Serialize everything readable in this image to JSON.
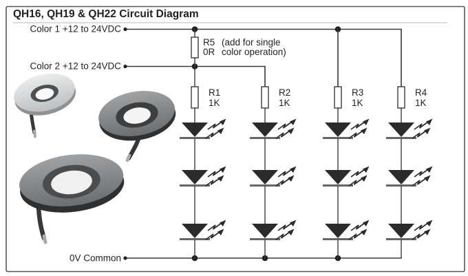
{
  "title": "QH16, QH19 & QH22 Circuit Diagram",
  "rails": {
    "color1_label": "Color 1 +12 to 24VDC",
    "color2_label": "Color 2 +12 to 24VDC",
    "common_label": "0V Common"
  },
  "bypass_resistor": {
    "name": "R5",
    "value": "0R",
    "note_line1": "(add for single",
    "note_line2": "color operation)"
  },
  "resistors": [
    {
      "name": "R1",
      "value": "1K"
    },
    {
      "name": "R2",
      "value": "1K"
    },
    {
      "name": "R3",
      "value": "1K"
    },
    {
      "name": "R4",
      "value": "1K"
    }
  ],
  "led_strings": 4,
  "leds_per_string": 3,
  "photos": [
    "small-silver-ring-light",
    "medium-dark-ring-light",
    "large-dark-ring-light"
  ],
  "colors": {
    "line": "#3a3a3c",
    "text": "#231f20",
    "triangle": "#2b2b2d",
    "cathode_bar": "#636567",
    "border": "#55565a",
    "resistor_fill": "#ffffff",
    "underline": "#b8b8ba"
  }
}
